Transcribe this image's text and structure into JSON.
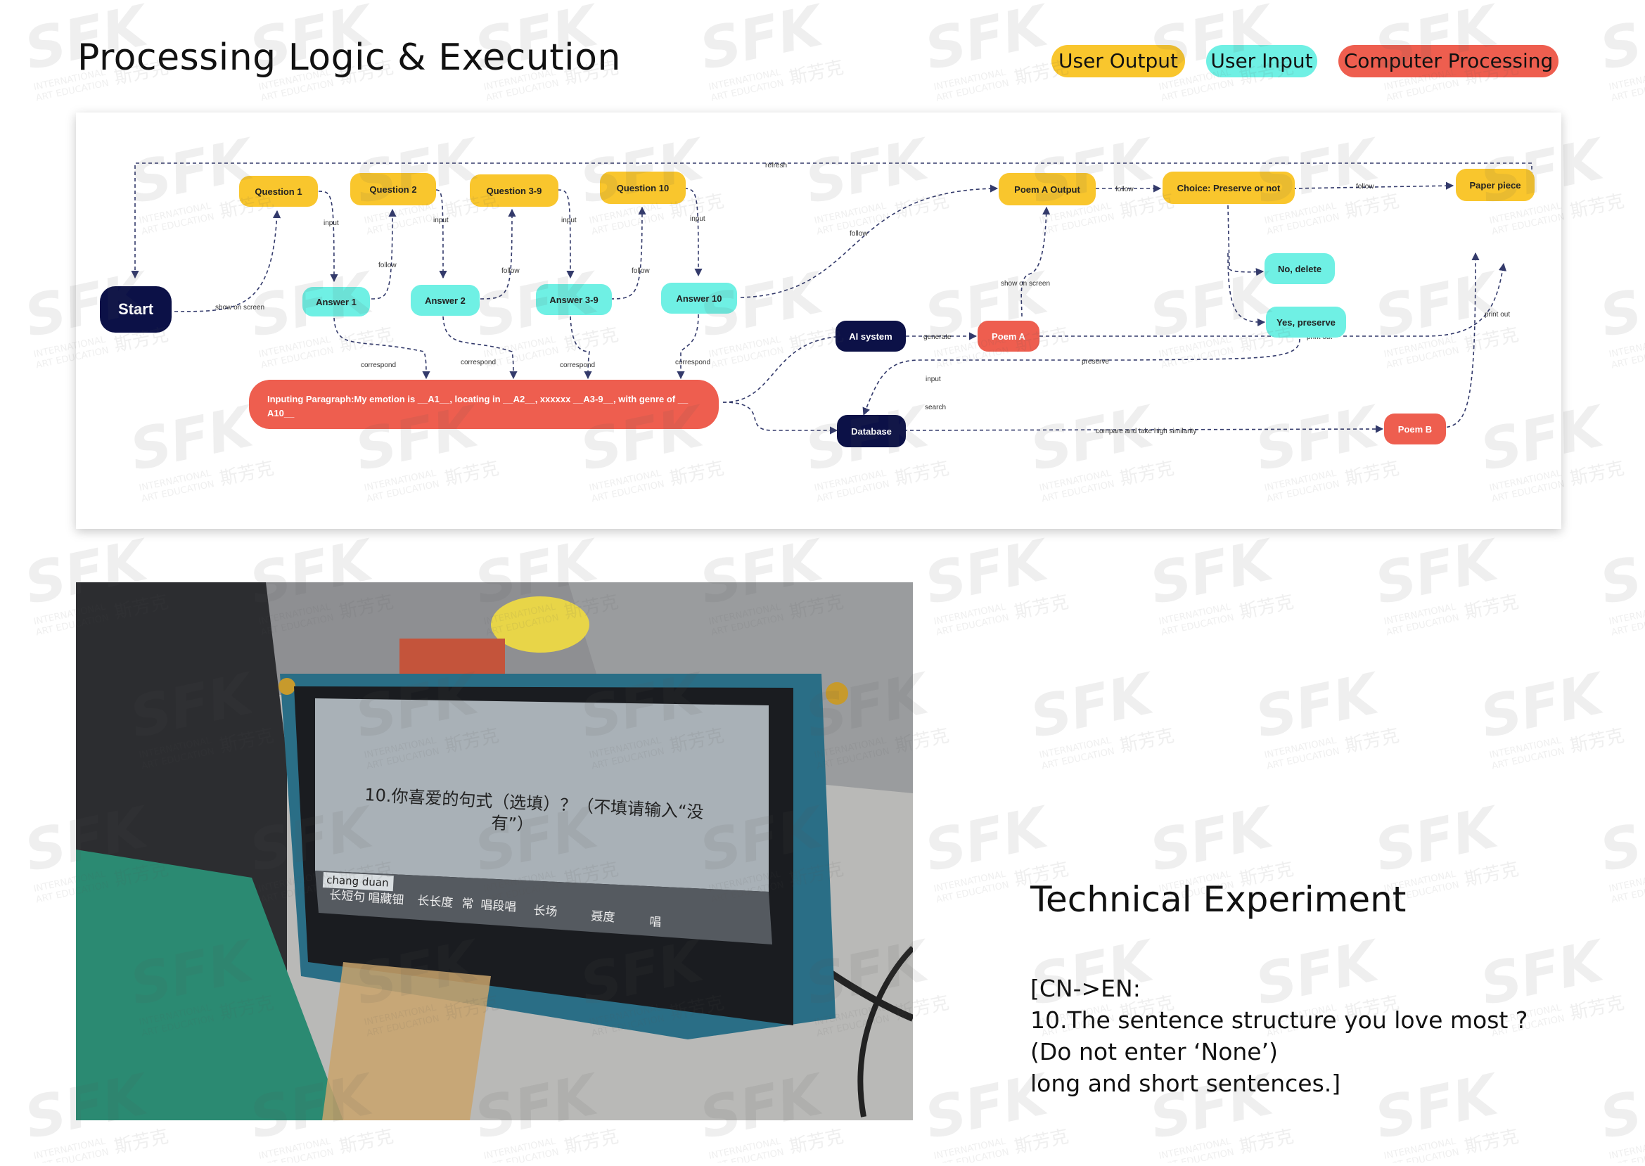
{
  "page": {
    "title": "Processing Logic & Execution",
    "legend": [
      {
        "label": "User Output",
        "color": "#f9c62d"
      },
      {
        "label": "User Input",
        "color": "#6ff0e4"
      },
      {
        "label": "Computer Processing",
        "color": "#ee5e4f"
      }
    ]
  },
  "diagram": {
    "nodes": {
      "start": "Start",
      "q1": "Question 1",
      "q2": "Question 2",
      "q39": "Question 3-9",
      "q10": "Question 10",
      "a1": "Answer 1",
      "a2": "Answer 2",
      "a39": "Answer 3-9",
      "a10": "Answer 10",
      "poemA_output": "Poem A Output",
      "choice": "Choice: Preserve or not",
      "paper": "Paper piece",
      "no_delete": "No, delete",
      "yes_preserve": "Yes, preserve",
      "ai": "AI system",
      "poemA": "Poem A",
      "database": "Database",
      "poemB": "Poem B",
      "input_para_line1": "Inputing Paragraph:My emotion is __A1__, locating in __A2__, xxxxxx __A3-9__, with genre of __",
      "input_para_line2": "A10__"
    },
    "edge_labels": {
      "refresh": "refresh",
      "show_on_screen": "show on screen",
      "input": "input",
      "follow": "follow",
      "correspond": "correspond",
      "generate": "generate",
      "search": "search",
      "print_out": "print out",
      "preserve": "preserve",
      "compare": "compare and take high similarity"
    }
  },
  "photo": {
    "screen_question_line1": "10.你喜爱的句式（选填）？（不填请输入“没",
    "screen_question_line2": "有”）",
    "screen_input": "chang duan",
    "screen_candidates": [
      "长短句",
      "唱藏钿",
      "长长度",
      "常",
      "唱段唱",
      "长场",
      "聂度",
      "唱"
    ]
  },
  "tech": {
    "title": "Technical Experiment",
    "lines": [
      "[CN->EN:",
      "10.The sentence structure you love most ?",
      "(Do not enter ‘None’)",
      "long and short sentences.]"
    ]
  },
  "watermark": {
    "logo": "SFK",
    "sub1": "INTERNATIONAL",
    "sub2": "ART EDUCATION",
    "cn": "斯芳克"
  }
}
